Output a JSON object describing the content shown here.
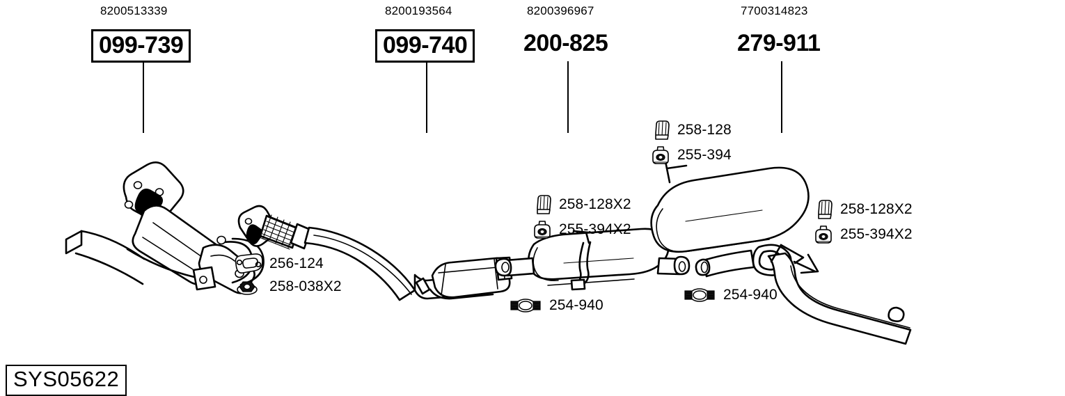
{
  "diagram": {
    "title": "Exhaust system assembly diagram",
    "system_code": "SYS05622",
    "background_color": "#ffffff",
    "line_color": "#000000"
  },
  "headers": [
    {
      "oem": "8200513339",
      "ref": "099-739",
      "boxed": true
    },
    {
      "oem": "8200193564",
      "ref": "099-740",
      "boxed": true
    },
    {
      "oem": "8200396967",
      "ref": "200-825",
      "boxed": false
    },
    {
      "oem": "7700314823",
      "ref": "279-911",
      "boxed": false
    }
  ],
  "callouts": [
    {
      "icon": "gasket-oval-icon",
      "label": "256-124"
    },
    {
      "icon": "flange-nut-icon",
      "label": "258-038X2"
    },
    {
      "icon": "rubber-hanger-icon",
      "label": "258-128X2"
    },
    {
      "icon": "rubber-mount-icon",
      "label": "255-394X2"
    },
    {
      "icon": "exhaust-clamp-icon",
      "label": "254-940"
    },
    {
      "icon": "rubber-hanger-icon",
      "label": "258-128"
    },
    {
      "icon": "rubber-mount-icon",
      "label": "255-394"
    },
    {
      "icon": "rubber-hanger-icon",
      "label": "258-128X2"
    },
    {
      "icon": "rubber-mount-icon",
      "label": "255-394X2"
    },
    {
      "icon": "exhaust-clamp-icon",
      "label": "254-940"
    }
  ],
  "parts_drawn": [
    {
      "name": "catalytic-converter-front",
      "ref": "099-739"
    },
    {
      "name": "front-pipe-with-catalyst",
      "ref": "099-740"
    },
    {
      "name": "centre-silencer",
      "ref": "200-825"
    },
    {
      "name": "rear-silencer-with-tailpipe",
      "ref": "279-911"
    }
  ]
}
